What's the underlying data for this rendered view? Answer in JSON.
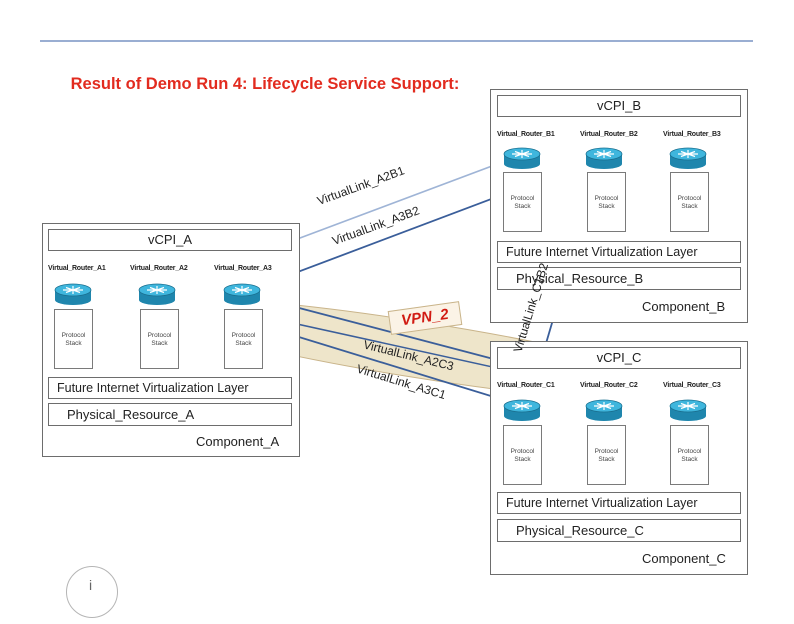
{
  "title": "Result of Demo Run 4: Lifecycle Service Support:",
  "components": {
    "A": {
      "vcpi": "vCPI_A",
      "routers": [
        "Virtual_Router_A1",
        "Virtual_Router_A2",
        "Virtual_Router_A3"
      ],
      "layer": "Future Internet Virtualization  Layer",
      "physical": "Physical_Resource_A",
      "label": "Component_A"
    },
    "B": {
      "vcpi": "vCPI_B",
      "routers": [
        "Virtual_Router_B1",
        "Virtual_Router_B2",
        "Virtual_Router_B3"
      ],
      "layer": "Future Internet Virtualization  Layer",
      "physical": "Physical_Resource_B",
      "label": "Component_B"
    },
    "C": {
      "vcpi": "vCPI_C",
      "routers": [
        "Virtual_Router_C1",
        "Virtual_Router_C2",
        "Virtual_Router_C3"
      ],
      "layer": "Future Internet Virtualization  Layer",
      "physical": "Physical_Resource_C",
      "label": "Component_C"
    }
  },
  "stack_label": "Protocol Stack",
  "links": {
    "a2b1": "VirtualLink_A2B1",
    "a3b2": "VirtualLink_A3B2",
    "c1b2": "VirtualLink_C1B2",
    "a2c3": "VirtualLink_A2C3",
    "a3c1": "VirtualLink_A3C1"
  },
  "vpn": "VPN_2",
  "colors": {
    "title": "#e22b1f",
    "link_strong": "#3a5e9a",
    "link_light": "#9fb4d6",
    "vpn_band": "#e8dcb8",
    "router": "#2aa0c8"
  }
}
